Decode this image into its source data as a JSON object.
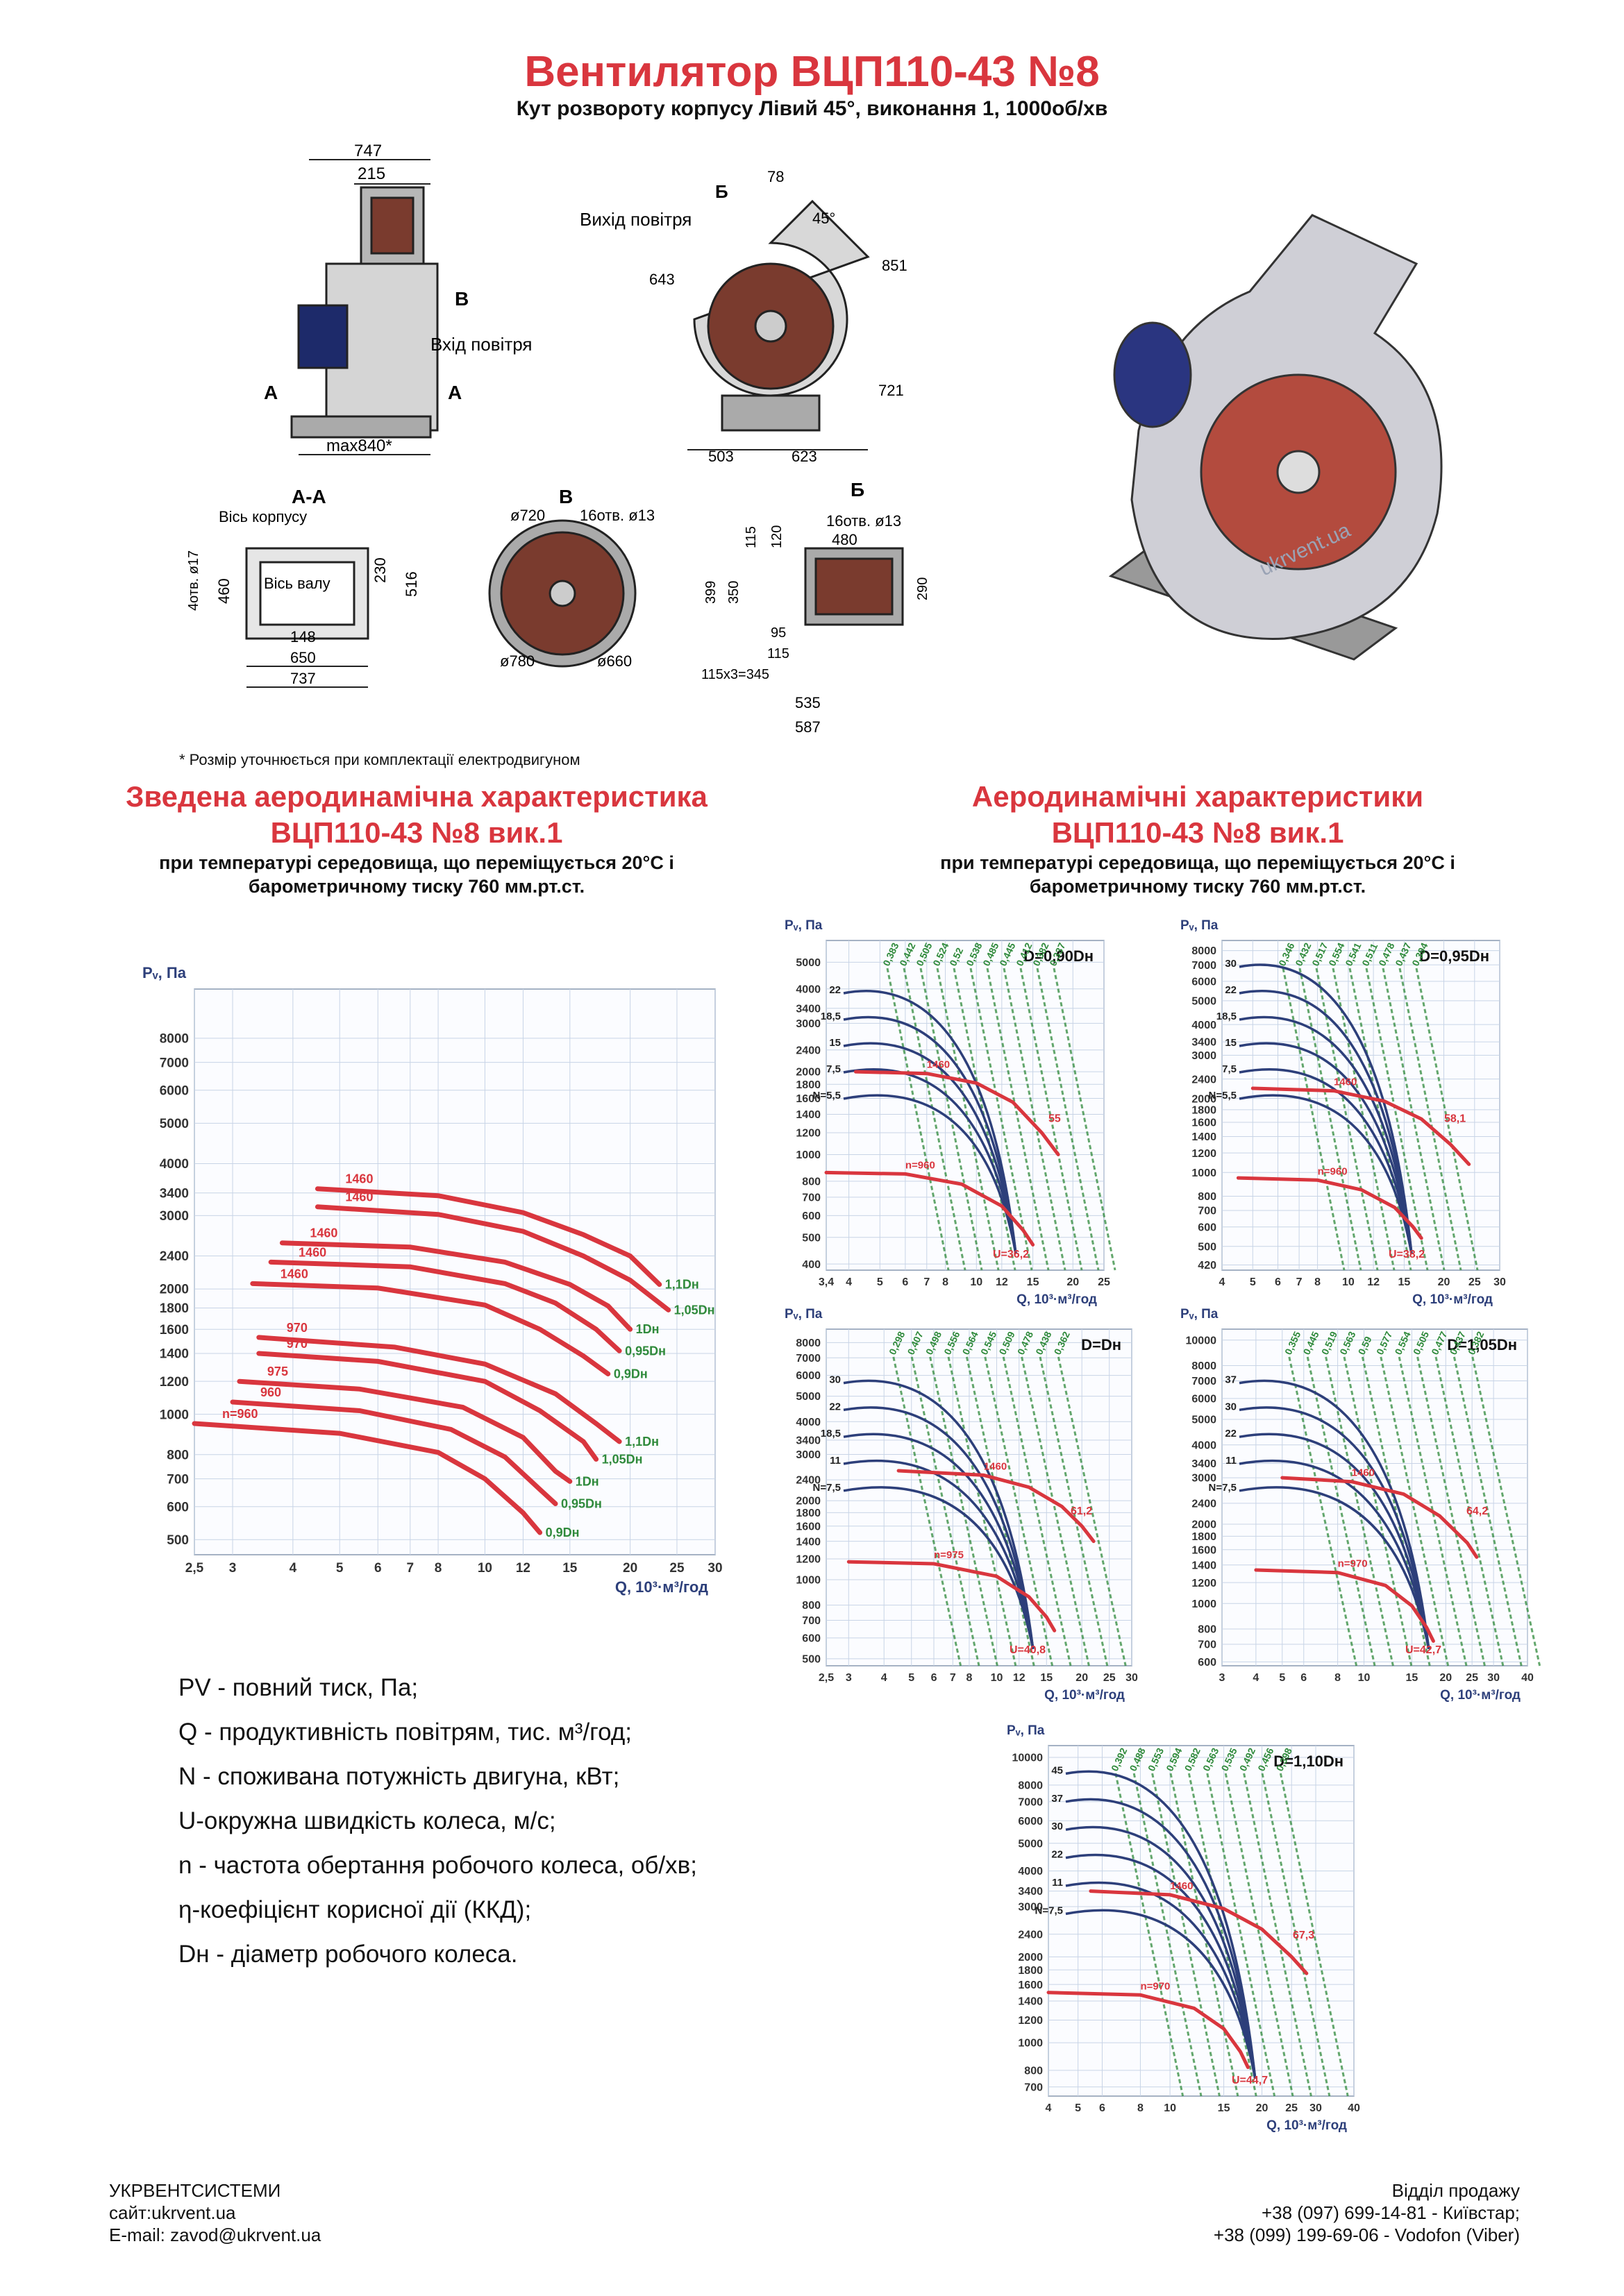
{
  "header": {
    "title": "Вентилятор ВЦП110-43 №8",
    "subtitle": "Кут розвороту корпусу Лівий 45°, виконання 1, 1000об/хв"
  },
  "drawings": {
    "front": {
      "dims": [
        "747",
        "215",
        "max840*"
      ],
      "labels": [
        "В",
        "Вхід повітря",
        "А",
        "А"
      ]
    },
    "side": {
      "dims": [
        "78",
        "45°",
        "643",
        "851",
        "721",
        "503",
        "623"
      ],
      "labels": [
        "Вихід повітря",
        "Б",
        "Б"
      ]
    },
    "section_aa": {
      "title": "А-А",
      "dims": [
        "4отв. ø17",
        "460",
        "230",
        "516",
        "148",
        "650",
        "737"
      ],
      "labels": [
        "Вісь корпусу",
        "Вісь валу"
      ]
    },
    "view_b": {
      "title": "В",
      "dims": [
        "ø720",
        "16отв. ø13",
        "ø780",
        "ø660"
      ]
    },
    "view_bb": {
      "title": "Б",
      "dims": [
        "115",
        "120",
        "16отв. ø13",
        "480",
        "399",
        "350",
        "290",
        "95",
        "115",
        "115x3=345",
        "535",
        "587"
      ]
    },
    "watermark": "ukrvent.ua"
  },
  "footnote": "* Розмір уточнюється при комплектації електродвигуном",
  "summary_section": {
    "title_line1": "Зведена аеродинамічна характеристика",
    "title_line2": "ВЦП110-43 №8 вик.1",
    "sub_line1": "при температурі середовища, що переміщується 20°С і",
    "sub_line2": "барометричному тиску 760 мм.рт.ст."
  },
  "detail_section": {
    "title_line1": "Аеродинамічні характеристики",
    "title_line2": "ВЦП110-43 №8 вик.1",
    "sub_line1": "при температурі середовища, що переміщується 20°С і",
    "sub_line2": "барометричному тиску 760 мм.рт.ст."
  },
  "legend": [
    "PV - повний тиск, Па;",
    "Q - продуктивність повітрям, тис. м³/год;",
    "N - споживана потужність двигуна, кВт;",
    "U-окружна швидкість колеса, м/с;",
    "n - частота обертання робочого колеса, об/хв;",
    "η-коефіцієнт корисної дії (ККД);",
    "Dн - діаметр робочого колеса."
  ],
  "footer": {
    "company": "УКРВЕНТСИСТЕМИ",
    "site": "сайт:ukrvent.ua",
    "email": "E-mail: zavod@ukrvent.ua",
    "sales": "Відділ продажу",
    "phone1": "+38 (097) 699-14-81 - Київстар;",
    "phone2": "+38 (099) 199-69-06 - Vodofon (Viber)"
  },
  "colors": {
    "red": "#d9363e",
    "blue": "#2d3f7a",
    "green": "#2f8a3b",
    "grid": "#c8d4e6"
  },
  "chart_data": [
    {
      "id": "summary",
      "type": "line",
      "ylabel": "Pᵥ, Па",
      "xlabel": "Q, 10³·м³/год",
      "xscale": "log",
      "yscale": "log",
      "xlim": [
        2.5,
        30
      ],
      "ylim": [
        460,
        10500
      ],
      "xticks": [
        2.5,
        3,
        4,
        5,
        6,
        7,
        8,
        10,
        12,
        15,
        20,
        25,
        30
      ],
      "yticks": [
        500,
        600,
        700,
        800,
        1000,
        1200,
        1400,
        1600,
        1800,
        2000,
        2400,
        3000,
        3400,
        4000,
        5000,
        6000,
        7000,
        8000
      ],
      "series": [
        {
          "name": "1,1Dн",
          "rpm": "1460",
          "points": [
            [
              4.5,
              3480
            ],
            [
              8,
              3350
            ],
            [
              12,
              3050
            ],
            [
              16,
              2700
            ],
            [
              20,
              2400
            ],
            [
              23,
              2050
            ]
          ]
        },
        {
          "name": "1,05Dн",
          "rpm": "1460",
          "points": [
            [
              4.5,
              3150
            ],
            [
              8,
              3020
            ],
            [
              12,
              2750
            ],
            [
              16,
              2400
            ],
            [
              20,
              2100
            ],
            [
              24,
              1780
            ]
          ]
        },
        {
          "name": "1Dн",
          "rpm": "1460",
          "points": [
            [
              3.8,
              2580
            ],
            [
              7,
              2520
            ],
            [
              11,
              2320
            ],
            [
              15,
              2050
            ],
            [
              18,
              1820
            ],
            [
              20,
              1600
            ]
          ]
        },
        {
          "name": "0,95Dн",
          "rpm": "1460",
          "points": [
            [
              3.6,
              2320
            ],
            [
              7,
              2260
            ],
            [
              11,
              2060
            ],
            [
              14,
              1850
            ],
            [
              17,
              1600
            ],
            [
              19,
              1420
            ]
          ]
        },
        {
          "name": "0,9Dн",
          "rpm": "1460",
          "points": [
            [
              3.3,
              2060
            ],
            [
              6,
              2010
            ],
            [
              10,
              1830
            ],
            [
              13,
              1600
            ],
            [
              16,
              1380
            ],
            [
              18,
              1250
            ]
          ]
        },
        {
          "name": "1,1Dн",
          "rpm": "970",
          "points": [
            [
              3.4,
              1530
            ],
            [
              6.5,
              1450
            ],
            [
              10,
              1320
            ],
            [
              14,
              1120
            ],
            [
              17,
              950
            ],
            [
              19,
              860
            ]
          ]
        },
        {
          "name": "1,05Dн",
          "rpm": "970",
          "points": [
            [
              3.4,
              1400
            ],
            [
              6,
              1340
            ],
            [
              10,
              1200
            ],
            [
              13,
              1020
            ],
            [
              16,
              860
            ],
            [
              17,
              780
            ]
          ]
        },
        {
          "name": "1Dн",
          "rpm": "975",
          "points": [
            [
              3.1,
              1200
            ],
            [
              5.5,
              1150
            ],
            [
              9,
              1040
            ],
            [
              12,
              880
            ],
            [
              14,
              730
            ],
            [
              15,
              690
            ]
          ]
        },
        {
          "name": "0,95Dн",
          "rpm": "960",
          "points": [
            [
              3,
              1070
            ],
            [
              5.5,
              1020
            ],
            [
              8.5,
              920
            ],
            [
              11,
              790
            ],
            [
              13,
              660
            ],
            [
              14,
              610
            ]
          ]
        },
        {
          "name": "0,9Dн",
          "rpm": "n=960",
          "points": [
            [
              2.5,
              950
            ],
            [
              5,
              900
            ],
            [
              8,
              810
            ],
            [
              10,
              700
            ],
            [
              12,
              580
            ],
            [
              13,
              520
            ]
          ]
        }
      ]
    },
    {
      "id": "d090",
      "type": "line",
      "title": "D=0,90Dн",
      "ylabel": "Pᵥ, Па",
      "xlabel": "Q, 10³·м³/год",
      "xscale": "log",
      "yscale": "log",
      "xlim": [
        3.4,
        25
      ],
      "ylim": [
        380,
        6000
      ],
      "xticks": [
        3.4,
        4,
        5,
        6,
        7,
        8,
        10,
        12,
        15,
        20,
        25
      ],
      "yticks": [
        400,
        500,
        600,
        700,
        800,
        1000,
        1200,
        1400,
        1600,
        1800,
        2000,
        2400,
        3000,
        3400,
        4000,
        5000
      ],
      "power_labels": [
        "N=5,5",
        "7,5",
        "15",
        "18,5",
        "22"
      ],
      "efficiency_labels": [
        "0,383",
        "0,442",
        "0,505",
        "0,524",
        "0,52",
        "0,538",
        "0,485",
        "0,445",
        "0,412",
        "0,382",
        "0,337"
      ],
      "speed_labels": [
        "U=36,2",
        "55"
      ],
      "rpm_labels": [
        "n=960",
        "1460"
      ],
      "curves": [
        {
          "rpm": "1460",
          "points": [
            [
              4.2,
              2000
            ],
            [
              7,
              1970
            ],
            [
              10,
              1820
            ],
            [
              13,
              1550
            ],
            [
              16,
              1200
            ],
            [
              18,
              1000
            ]
          ]
        },
        {
          "rpm": "n=960",
          "points": [
            [
              3.4,
              860
            ],
            [
              6,
              850
            ],
            [
              9,
              780
            ],
            [
              12,
              650
            ],
            [
              14,
              530
            ],
            [
              15,
              470
            ]
          ]
        }
      ]
    },
    {
      "id": "d095",
      "type": "line",
      "title": "D=0,95Dн",
      "ylabel": "Pᵥ, Па",
      "xlabel": "Q, 10³·м³/год",
      "xscale": "log",
      "yscale": "log",
      "xlim": [
        4,
        30
      ],
      "ylim": [
        400,
        8800
      ],
      "xticks": [
        4,
        5,
        6,
        7,
        8,
        10,
        12,
        15,
        20,
        25,
        30
      ],
      "yticks": [
        420,
        500,
        600,
        700,
        800,
        1000,
        1200,
        1400,
        1600,
        1800,
        2000,
        2400,
        3000,
        3400,
        4000,
        5000,
        6000,
        7000,
        8000
      ],
      "power_labels": [
        "N=5,5",
        "7,5",
        "15",
        "18,5",
        "22",
        "30"
      ],
      "efficiency_labels": [
        "0,346",
        "0,432",
        "0,517",
        "0,554",
        "0,541",
        "0,511",
        "0,478",
        "0,437",
        "0,394"
      ],
      "speed_labels": [
        "U=38,2",
        "58,1"
      ],
      "rpm_labels": [
        "n=960",
        "1460"
      ],
      "curves": [
        {
          "rpm": "1460",
          "points": [
            [
              5,
              2200
            ],
            [
              9,
              2150
            ],
            [
              13,
              1950
            ],
            [
              17,
              1650
            ],
            [
              21,
              1300
            ],
            [
              24,
              1080
            ]
          ]
        },
        {
          "rpm": "n=960",
          "points": [
            [
              4.5,
              950
            ],
            [
              8,
              930
            ],
            [
              11,
              850
            ],
            [
              14,
              720
            ],
            [
              16,
              600
            ],
            [
              17,
              540
            ]
          ]
        }
      ]
    },
    {
      "id": "d100",
      "type": "line",
      "title": "D=Dн",
      "ylabel": "Pᵥ, Па",
      "xlabel": "Q, 10³·м³/год",
      "xscale": "log",
      "yscale": "log",
      "xlim": [
        2.5,
        30
      ],
      "ylim": [
        470,
        9000
      ],
      "xticks": [
        2.5,
        3,
        4,
        5,
        6,
        7,
        8,
        10,
        12,
        15,
        20,
        25,
        30
      ],
      "yticks": [
        500,
        600,
        700,
        800,
        1000,
        1200,
        1400,
        1600,
        1800,
        2000,
        2400,
        3000,
        3400,
        4000,
        5000,
        6000,
        7000,
        8000
      ],
      "power_labels": [
        "N=7,5",
        "11",
        "18,5",
        "22",
        "30"
      ],
      "efficiency_labels": [
        "0,298",
        "0,407",
        "0,498",
        "0,556",
        "0,564",
        "0,545",
        "0,509",
        "0,478",
        "0,438",
        "0,362"
      ],
      "speed_labels": [
        "U=40,8",
        "61,2"
      ],
      "rpm_labels": [
        "n=975",
        "1460"
      ],
      "curves": [
        {
          "rpm": "1460",
          "points": [
            [
              4.5,
              2600
            ],
            [
              9,
              2500
            ],
            [
              13,
              2250
            ],
            [
              17,
              1900
            ],
            [
              20,
              1600
            ],
            [
              22,
              1400
            ]
          ]
        },
        {
          "rpm": "n=975",
          "points": [
            [
              3,
              1170
            ],
            [
              6,
              1150
            ],
            [
              10,
              1030
            ],
            [
              13,
              860
            ],
            [
              15,
              720
            ],
            [
              16,
              640
            ]
          ]
        }
      ]
    },
    {
      "id": "d105",
      "type": "line",
      "title": "D=1,05Dн",
      "ylabel": "Pᵥ, Па",
      "xlabel": "Q, 10³·м³/год",
      "xscale": "log",
      "yscale": "log",
      "xlim": [
        3,
        40
      ],
      "ylim": [
        580,
        11000
      ],
      "xticks": [
        3,
        4,
        5,
        6,
        8,
        10,
        15,
        20,
        25,
        30,
        40
      ],
      "yticks": [
        600,
        700,
        800,
        1000,
        1200,
        1400,
        1600,
        1800,
        2000,
        2400,
        3000,
        3400,
        4000,
        5000,
        6000,
        7000,
        8000,
        10000
      ],
      "power_labels": [
        "N=7,5",
        "11",
        "22",
        "30",
        "37"
      ],
      "efficiency_labels": [
        "0,355",
        "0,445",
        "0,519",
        "0,563",
        "0,59",
        "0,577",
        "0,554",
        "0,505",
        "0,477",
        "0,437",
        "0,382"
      ],
      "speed_labels": [
        "U=42,7",
        "64,2"
      ],
      "rpm_labels": [
        "n=970",
        "1460"
      ],
      "curves": [
        {
          "rpm": "1460",
          "points": [
            [
              5,
              3000
            ],
            [
              9,
              2900
            ],
            [
              14,
              2600
            ],
            [
              19,
              2150
            ],
            [
              24,
              1700
            ],
            [
              26,
              1500
            ]
          ]
        },
        {
          "rpm": "n=970",
          "points": [
            [
              4,
              1340
            ],
            [
              8,
              1310
            ],
            [
              12,
              1170
            ],
            [
              15,
              980
            ],
            [
              17,
              810
            ],
            [
              18,
              720
            ]
          ]
        }
      ]
    },
    {
      "id": "d110",
      "type": "line",
      "title": "D=1,10Dн",
      "ylabel": "Pᵥ, Па",
      "xlabel": "Q, 10³·м³/год",
      "xscale": "log",
      "yscale": "log",
      "xlim": [
        4,
        40
      ],
      "ylim": [
        650,
        11000
      ],
      "xticks": [
        4,
        5,
        6,
        8,
        10,
        15,
        20,
        25,
        30,
        40
      ],
      "yticks": [
        700,
        800,
        1000,
        1200,
        1400,
        1600,
        1800,
        2000,
        2400,
        3000,
        3400,
        4000,
        5000,
        6000,
        7000,
        8000,
        10000
      ],
      "power_labels": [
        "N=7,5",
        "11",
        "22",
        "30",
        "37",
        "45"
      ],
      "efficiency_labels": [
        "0,392",
        "0,488",
        "0,553",
        "0,594",
        "0,582",
        "0,563",
        "0,535",
        "0,492",
        "0,456",
        "0,398"
      ],
      "speed_labels": [
        "U=44,7",
        "67,3"
      ],
      "rpm_labels": [
        "n=970",
        "1460"
      ],
      "curves": [
        {
          "rpm": "1460",
          "points": [
            [
              5.5,
              3400
            ],
            [
              10,
              3300
            ],
            [
              15,
              2950
            ],
            [
              20,
              2500
            ],
            [
              25,
              2000
            ],
            [
              28,
              1750
            ]
          ]
        },
        {
          "rpm": "n=970",
          "points": [
            [
              4,
              1500
            ],
            [
              8,
              1470
            ],
            [
              12,
              1320
            ],
            [
              15,
              1120
            ],
            [
              17,
              930
            ],
            [
              18,
              820
            ]
          ]
        }
      ]
    }
  ]
}
